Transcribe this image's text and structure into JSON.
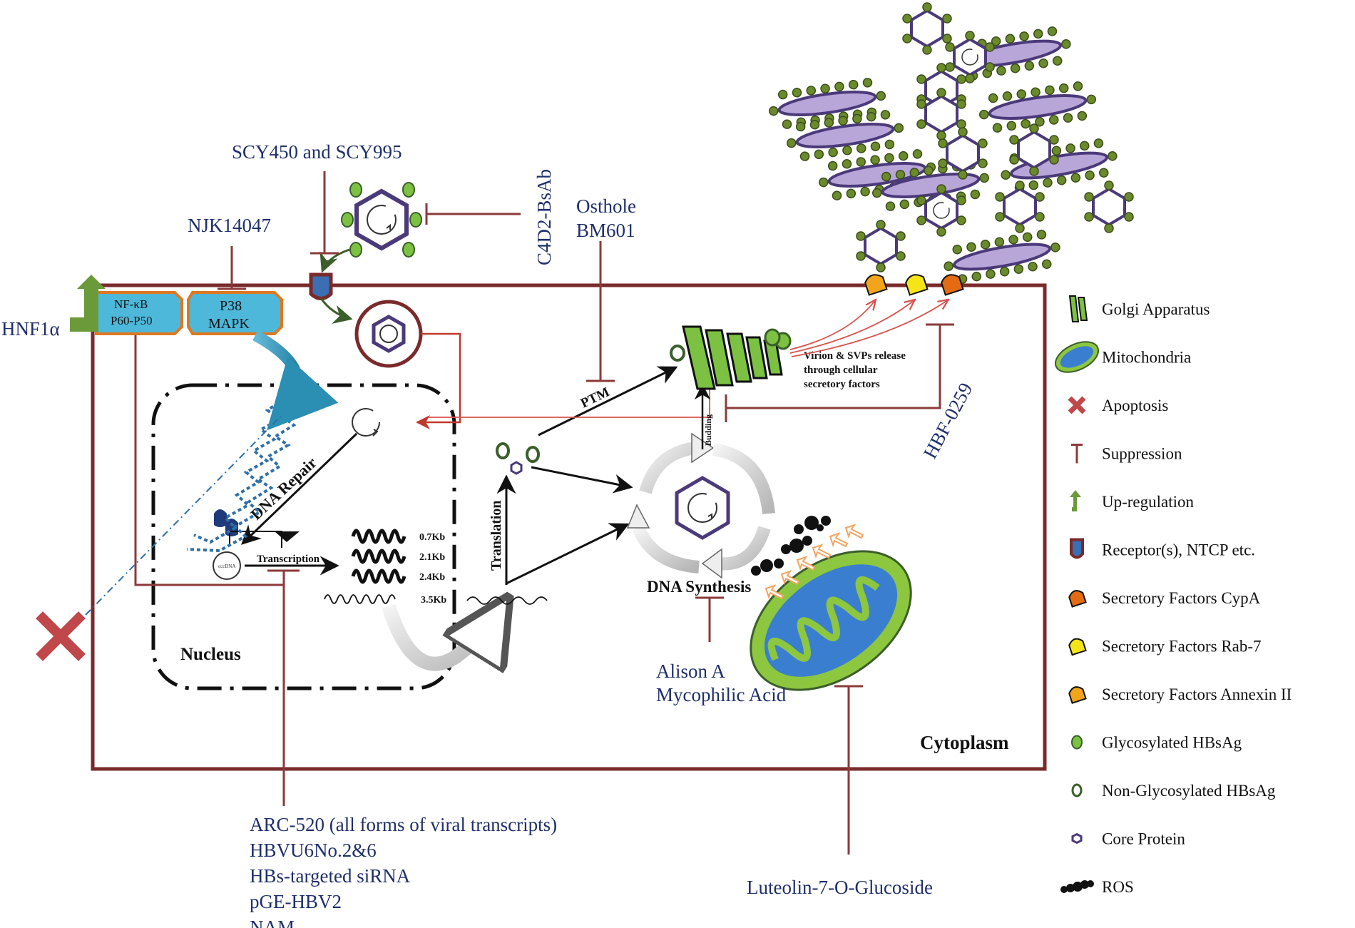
{
  "colors": {
    "suppression": "#8b3a3a",
    "membrane": "#7a2a2a",
    "drug_text": "#1f2f6b",
    "golgi_green": "#7cc142",
    "nfkb_fill": "#4db8d9",
    "nfkb_border": "#e07820",
    "hexagon": "#4b3a7a",
    "svp_fill": "#b9a6d9",
    "mito_outer": "#8dc63f",
    "mito_inner": "#3a7fcf",
    "upregulation": "#6b9a3a",
    "apoptosis": "#c0474a"
  },
  "drugs": {
    "scy": "SCY450 and SCY995",
    "njk": "NJK14047",
    "c4d2": "C4D2-BsAb",
    "osthole": "Osthole",
    "bm601": "BM601",
    "hnf1a": "HNF1α",
    "hbf": "HBF-0259",
    "alison": "Alison A",
    "mycophilic": "Mycophilic Acid",
    "luteolin": "Luteolin-7-O-Glucoside",
    "sirna_list": [
      "ARC-520 (all forms of viral transcripts)",
      "HBVU6No.2&6",
      "HBs-targeted siRNA",
      "pGE-HBV2",
      "NAM"
    ]
  },
  "boxes": {
    "nfkb_line1": "NF-κB",
    "nfkb_line2": "P60-P50",
    "p38_line1": "P38",
    "p38_line2": "MAPK"
  },
  "labels": {
    "nucleus": "Nucleus",
    "cytoplasm": "Cytoplasm",
    "dna_repair": "DNA Repair",
    "transcription": "Transcription",
    "translation": "Translation",
    "ptm": "PTM",
    "budding": "Budding",
    "dna_synthesis": "DNA Synthesis",
    "cccdna": "cccDNA",
    "release_line1": "Virion & SVPs release",
    "release_line2": "through cellular",
    "release_line3": "secretory factors",
    "transcripts": [
      "0.7Kb",
      "2.1Kb",
      "2.4Kb",
      "3.5Kb"
    ]
  },
  "legend": [
    {
      "icon": "golgi-icon",
      "label": "Golgi Apparatus"
    },
    {
      "icon": "mitochondria-icon",
      "label": "Mitochondria"
    },
    {
      "icon": "apoptosis-cross-icon",
      "label": "Apoptosis"
    },
    {
      "icon": "suppression-icon",
      "label": "Suppression"
    },
    {
      "icon": "upregulation-arrow-icon",
      "label": "Up-regulation"
    },
    {
      "icon": "receptor-icon",
      "label": "Receptor(s), NTCP etc."
    },
    {
      "icon": "cypa-icon",
      "label": "Secretory Factors CypA"
    },
    {
      "icon": "rab7-icon",
      "label": "Secretory Factors Rab-7"
    },
    {
      "icon": "annexin-icon",
      "label": "Secretory Factors Annexin II"
    },
    {
      "icon": "glycosylated-hbsag-icon",
      "label": "Glycosylated HBsAg"
    },
    {
      "icon": "non-glycosylated-hbsag-icon",
      "label": "Non-Glycosylated HBsAg"
    },
    {
      "icon": "core-protein-icon",
      "label": "Core Protein"
    },
    {
      "icon": "ros-icon",
      "label": "ROS"
    }
  ]
}
